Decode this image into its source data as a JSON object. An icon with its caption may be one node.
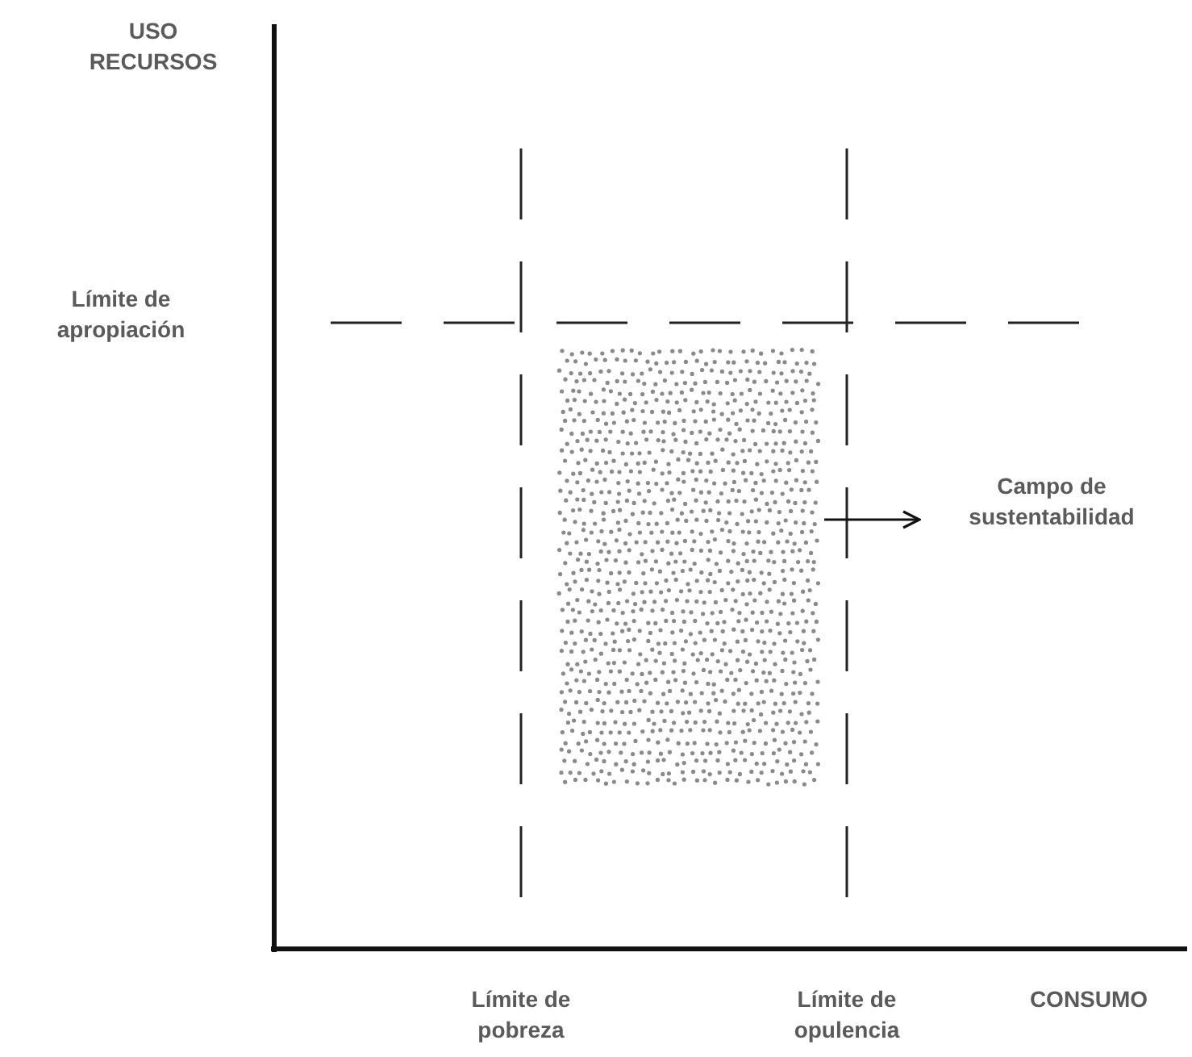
{
  "diagram": {
    "nodes": [
      {
        "text": [],
        "shape": "dots"
      },
      {
        "text": [
          "Campo de sustentabilidad"
        ]
      }
    ],
    "edges": [
      {
        "from": 0,
        "to": 1,
        "arrow": "to"
      }
    ],
    "labels": [
      "USO RECURSOS",
      "Límite de apropiación",
      "Límite de pobreza",
      "Límite de opulencia",
      "CONSUMO"
    ]
  }
}
